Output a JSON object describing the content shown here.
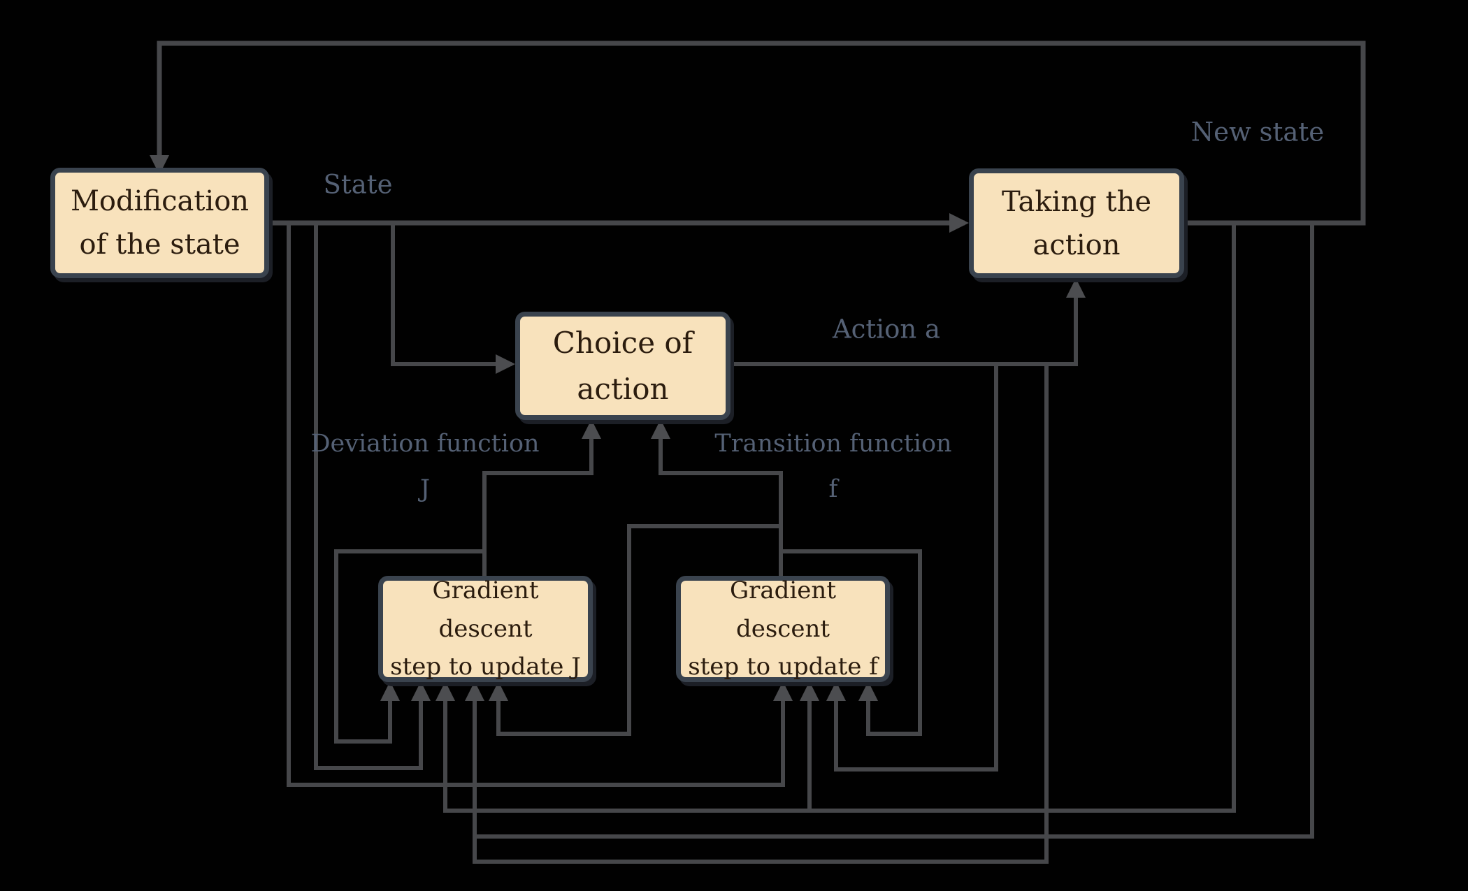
{
  "diagram": {
    "colors": {
      "background": "#010101",
      "line": "#46474a",
      "arrow": "#4c4d50",
      "box_fill": "#f8e2bc",
      "box_border": "#3a434e",
      "box_text": "#2b1c0e",
      "label": "#556175"
    },
    "nodes": {
      "modification": {
        "line1": "Modification",
        "line2": "of the state"
      },
      "taking": {
        "line1": "Taking the",
        "line2": "action"
      },
      "choice": {
        "line1": "Choice of",
        "line2": "action"
      },
      "gradient_j": {
        "line1": "Gradient descent",
        "line2": "step to update J"
      },
      "gradient_f": {
        "line1": "Gradient descent",
        "line2": "step to update f"
      }
    },
    "edge_labels": {
      "state": "State",
      "new_state": "New state",
      "action": "Action a",
      "deviation_function": "Deviation function",
      "deviation_symbol": "J",
      "transition_function": "Transition function",
      "transition_symbol": "f"
    }
  }
}
